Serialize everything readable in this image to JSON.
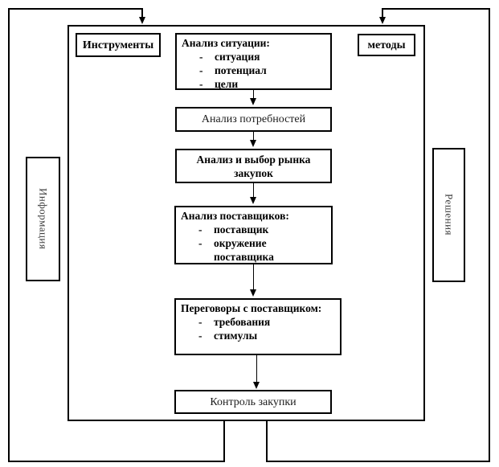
{
  "diagram": {
    "bullet_char": "-",
    "side_labels": {
      "left_vertical": "Информация",
      "right_vertical": "Решения"
    },
    "top_boxes": {
      "tools": "Инструменты",
      "methods": "методы"
    },
    "flow": [
      {
        "title": "Анализ ситуации:",
        "bullets": [
          "ситуация",
          "потенциал",
          "цели"
        ]
      },
      {
        "title": "Анализ потребностей"
      },
      {
        "title": "Анализ и выбор рынка закупок"
      },
      {
        "title": "Анализ поставщиков:",
        "bullets": [
          "поставщик",
          "окружение поставщика"
        ]
      },
      {
        "title": "Переговоры с поставщиком:",
        "bullets": [
          "требования",
          "стимулы"
        ]
      },
      {
        "title": "Контроль закупки"
      }
    ]
  }
}
